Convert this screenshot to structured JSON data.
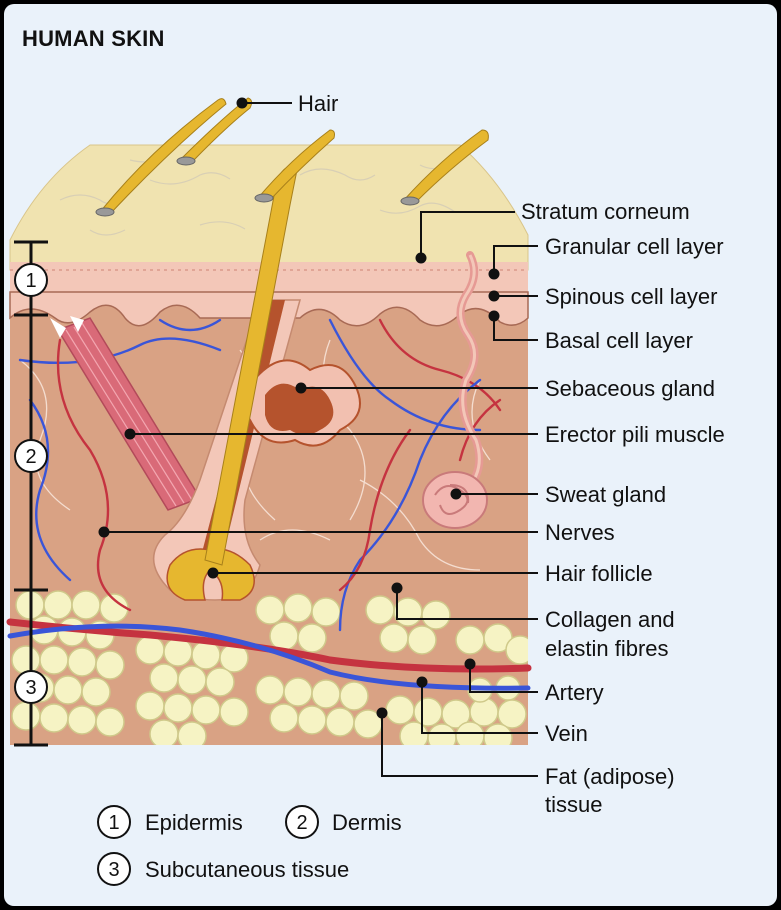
{
  "title": "HUMAN SKIN",
  "labels": {
    "hair": "Hair",
    "stratum_corneum": "Stratum corneum",
    "granular": "Granular cell layer",
    "spinous": "Spinous cell layer",
    "basal": "Basal cell layer",
    "sebaceous": "Sebaceous gland",
    "erector": "Erector pili muscle",
    "sweat": "Sweat gland",
    "nerves": "Nerves",
    "follicle": "Hair follicle",
    "collagen_1": "Collagen and",
    "collagen_2": "elastin fibres",
    "artery": "Artery",
    "vein": "Vein",
    "fat_1": "Fat (adipose)",
    "fat_2": "tissue"
  },
  "layer_markers": [
    "1",
    "2",
    "3"
  ],
  "key": [
    {
      "num": "1",
      "label": "Epidermis"
    },
    {
      "num": "2",
      "label": "Dermis"
    },
    {
      "num": "3",
      "label": "Subcutaneous tissue"
    }
  ],
  "colors": {
    "background": "#eaf2fa",
    "surface": "#f0e3b0",
    "epidermis": "#f3c7b8",
    "dermis": "#d9a284",
    "fat": "#f6f3c4",
    "hair": "#e6b72f",
    "follicle_sheath": "#b5532d",
    "artery": "#c53340",
    "vein": "#3a55d8"
  }
}
